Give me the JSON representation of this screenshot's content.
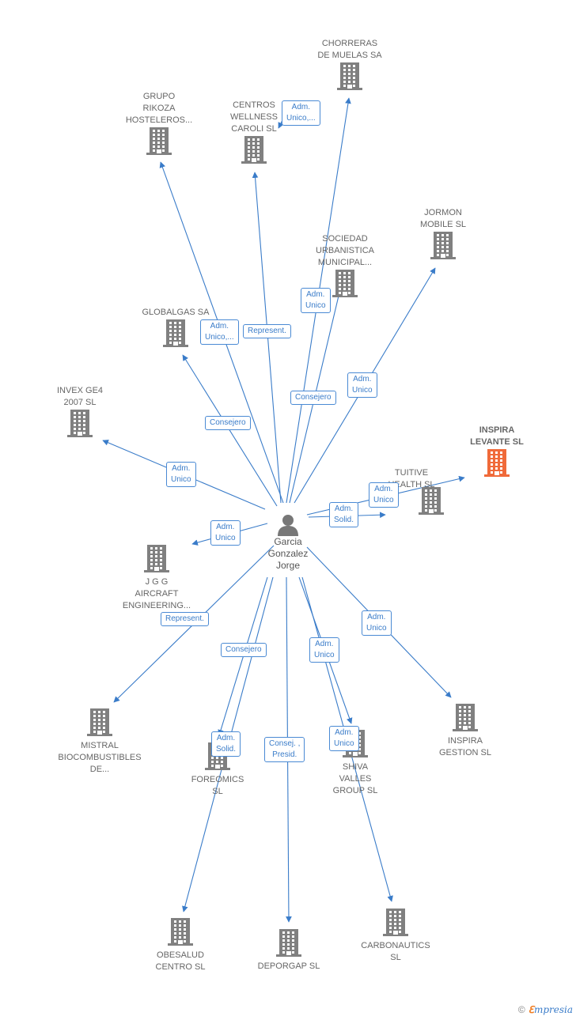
{
  "center": {
    "name": "Garcia\nGonzalez\nJorge",
    "icon": "person-icon"
  },
  "colors": {
    "edge": "#3a7cc9",
    "building": "#808080",
    "highlight": "#f06a3a"
  },
  "companies": [
    {
      "id": "chorreras",
      "label": "CHORRERAS\nDE MUELAS SA"
    },
    {
      "id": "grupo-rikoza",
      "label": "GRUPO\nRIKOZA\nHOSTELEROS..."
    },
    {
      "id": "centros-wellness",
      "label": "CENTROS\nWELLNESS\nCAROLI  SL"
    },
    {
      "id": "jormon",
      "label": "JORMON\nMOBILE SL"
    },
    {
      "id": "sociedad-urbanistica",
      "label": "SOCIEDAD\nURBANISTICA\nMUNICIPAL..."
    },
    {
      "id": "globalgas",
      "label": "GLOBALGAS SA"
    },
    {
      "id": "invex",
      "label": "INVEX GE4\n2007  SL"
    },
    {
      "id": "inspira-levante",
      "label": "INSPIRA\nLEVANTE  SL"
    },
    {
      "id": "tuitive",
      "label": "TUITIVE\nHEALTH  SL"
    },
    {
      "id": "jgg",
      "label": "J G G\nAIRCRAFT\nENGINEERING..."
    },
    {
      "id": "mistral",
      "label": "MISTRAL\nBIOCOMBUSTIBLES\nDE..."
    },
    {
      "id": "inspira-gestion",
      "label": "INSPIRA\nGESTION  SL"
    },
    {
      "id": "foreomics",
      "label": "FOREOMICS\nSL"
    },
    {
      "id": "shiva",
      "label": "SHIVA\nVALLES\nGROUP SL"
    },
    {
      "id": "obesalud",
      "label": "OBESALUD\nCENTRO  SL"
    },
    {
      "id": "deporgap",
      "label": "DEPORGAP SL"
    },
    {
      "id": "carbonautics",
      "label": "CARBONAUTICS\nSL"
    }
  ],
  "roles": [
    {
      "id": "r-chorreras",
      "text": "Adm.\nUnico,..."
    },
    {
      "id": "r-sociedad",
      "text": "Adm.\nUnico"
    },
    {
      "id": "r-rikoza",
      "text": "Adm.\nUnico,..."
    },
    {
      "id": "r-centros",
      "text": "Represent."
    },
    {
      "id": "r-sociedad2",
      "text": "Consejero"
    },
    {
      "id": "r-jormon",
      "text": "Adm.\nUnico"
    },
    {
      "id": "r-globalgas",
      "text": "Consejero"
    },
    {
      "id": "r-invex",
      "text": "Adm.\nUnico"
    },
    {
      "id": "r-inspira-levante",
      "text": "Adm.\nUnico"
    },
    {
      "id": "r-tuitive",
      "text": "Adm.\nSolid."
    },
    {
      "id": "r-jgg",
      "text": "Adm.\nUnico"
    },
    {
      "id": "r-mistral",
      "text": "Represent."
    },
    {
      "id": "r-inspira-gestion",
      "text": "Adm.\nUnico"
    },
    {
      "id": "r-foreomics-cons",
      "text": "Consejero"
    },
    {
      "id": "r-shiva1",
      "text": "Adm.\nUnico"
    },
    {
      "id": "r-foreomics-solid",
      "text": "Adm.\nSolid."
    },
    {
      "id": "r-deporgap",
      "text": "Consej. ,\nPresid."
    },
    {
      "id": "r-carbonautics",
      "text": "Adm.\nUnico"
    }
  ],
  "footer": {
    "copyright": "©",
    "brand_first": "ℇ",
    "brand_rest": "mpresia"
  }
}
